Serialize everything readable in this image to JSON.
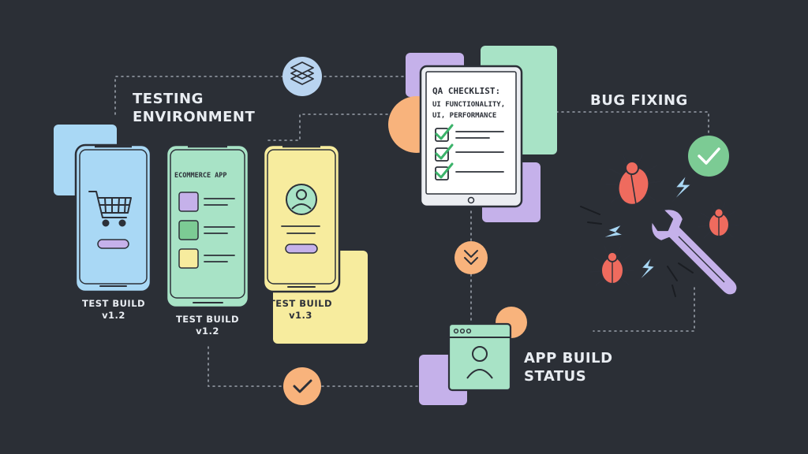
{
  "labels": {
    "testing_environment": [
      "TESTING",
      "ENVIRONMENT"
    ],
    "bug_fixing": "BUG FIXING",
    "app_build_status": [
      "APP BUILD",
      "STATUS"
    ]
  },
  "phones": [
    {
      "icon": "shopping-cart-icon",
      "build": [
        "TEST BUILD",
        "v1.2"
      ]
    },
    {
      "title": "ECOMMERCE APP",
      "build": [
        "TEST BUILD",
        "v1.2"
      ]
    },
    {
      "icon": "user-avatar-icon",
      "build": [
        "TEST BUILD",
        "v1.3"
      ]
    }
  ],
  "checklist": {
    "title": "QA CHECKLIST:",
    "subtitle": [
      "UI FUNCTIONALITY,",
      "UI, PERFORMANCE"
    ],
    "items_checked": 3
  },
  "icons": {
    "top": "layers-icon",
    "middle": "chevron-down-double-icon",
    "bottom": "checkmark-icon",
    "bug_fixing": "checkmark-icon",
    "status_window": "user-window-icon"
  },
  "colors": {
    "background": "#2b2f36",
    "text": "#e9edf2",
    "blue": "#a9d8f5",
    "green": "#a8e3c6",
    "yellow": "#f7ec9e",
    "purple": "#c5b1ea",
    "orange": "#f8b37c",
    "red_bug": "#ef6b5e",
    "outline": "#2c3038"
  }
}
